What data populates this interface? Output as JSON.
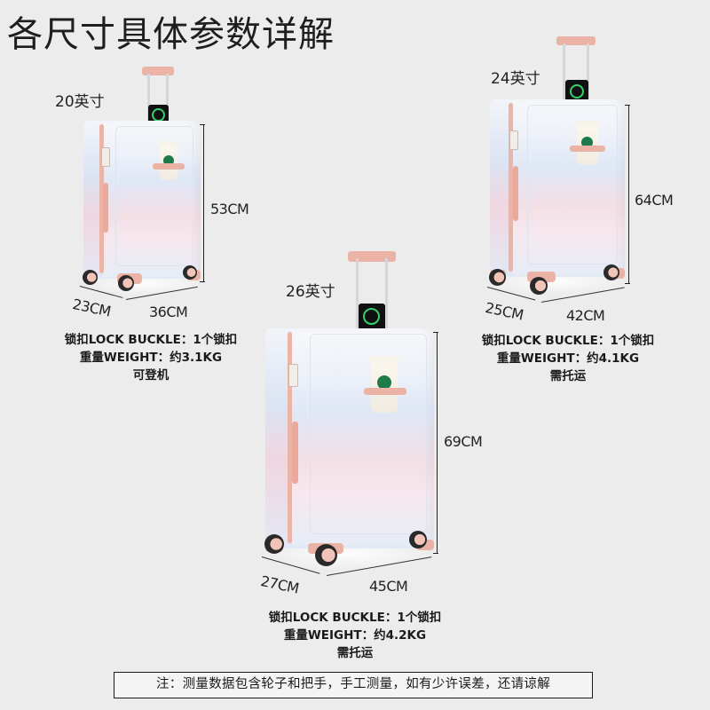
{
  "page": {
    "title": "各尺寸具体参数详解",
    "note": "注：测量数据包含轮子和把手，手工测量，如有少许误差，还请谅解"
  },
  "suitcases": [
    {
      "size": "20英寸",
      "height": "53CM",
      "depth": "23CM",
      "width": "36CM",
      "lock": "锁扣LOCK BUCKLE：1个锁扣",
      "weight": "重量WEIGHT：约3.1KG",
      "usage": "可登机"
    },
    {
      "size": "24英寸",
      "height": "64CM",
      "depth": "25CM",
      "width": "42CM",
      "lock": "锁扣LOCK BUCKLE：1个锁扣",
      "weight": "重量WEIGHT：约4.1KG",
      "usage": "需托运"
    },
    {
      "size": "26英寸",
      "height": "69CM",
      "depth": "27CM",
      "width": "45CM",
      "lock": "锁扣LOCK BUCKLE：1个锁扣",
      "weight": "重量WEIGHT：约4.2KG",
      "usage": "需托运"
    }
  ],
  "colors": {
    "background": "#ececec",
    "accent_pink": "#eab3a5",
    "charge_green": "#33d06b",
    "text": "#1a1a1a"
  }
}
